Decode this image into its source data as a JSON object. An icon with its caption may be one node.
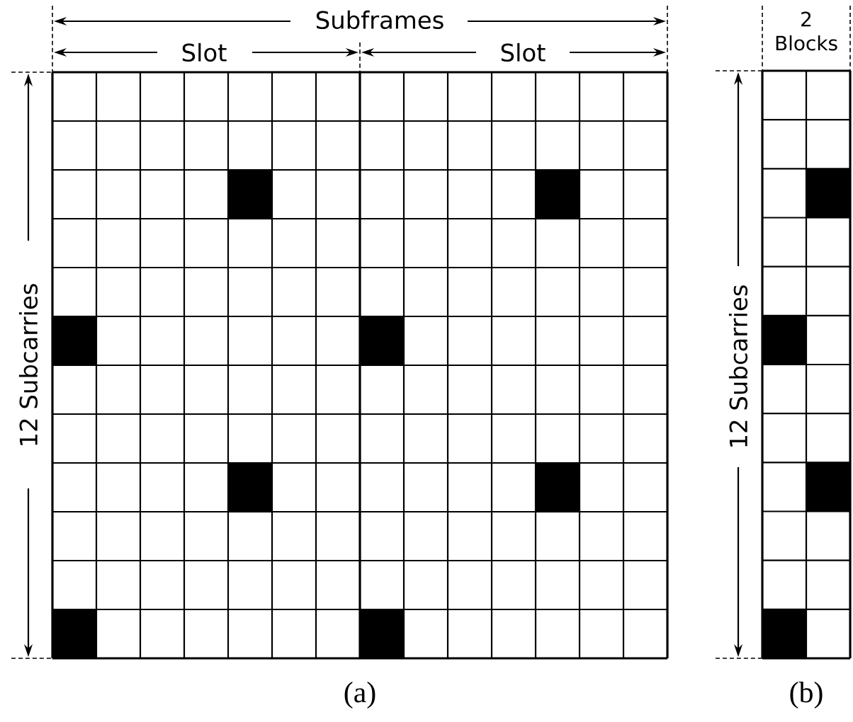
{
  "diagram": {
    "labels": [
      "Subframes",
      "2 Blocks",
      "Slot",
      "Slot",
      "12 Subcarries",
      "12 Subcarries",
      "(a)",
      "(b)"
    ]
  }
}
